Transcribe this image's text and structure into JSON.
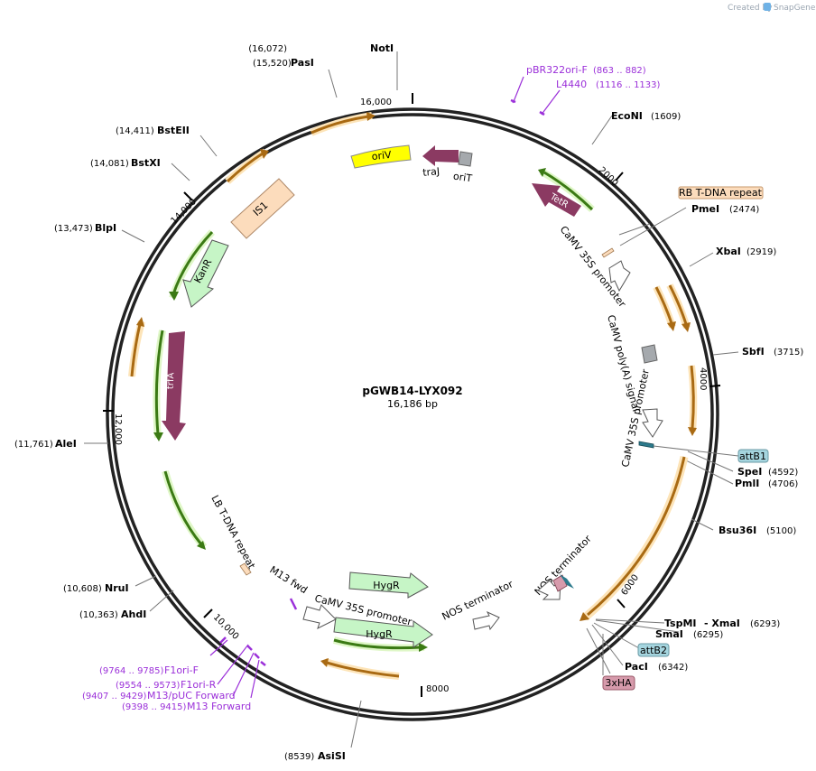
{
  "credit": {
    "prefix": "Created by",
    "brand": "SnapGene"
  },
  "plasmid": {
    "name": "pGWB14-LYX092",
    "size": "16,186 bp"
  },
  "ticks": [
    "16,000",
    "2000",
    "4000",
    "6000",
    "8000",
    "10,000",
    "12,000",
    "14,000"
  ],
  "sites": [
    {
      "name": "NotI",
      "pos": "(16,072)"
    },
    {
      "name": "PasI",
      "pos": "(15,520)"
    },
    {
      "name": "BstEII",
      "pos": "(14,411)"
    },
    {
      "name": "BstXI",
      "pos": "(14,081)"
    },
    {
      "name": "BlpI",
      "pos": "(13,473)"
    },
    {
      "name": "AleI",
      "pos": "(11,761)"
    },
    {
      "name": "NruI",
      "pos": "(10,608)"
    },
    {
      "name": "AhdI",
      "pos": "(10,363)"
    },
    {
      "name": "AsiSI",
      "pos": "(8539)"
    },
    {
      "name": "EcoNI",
      "pos": "(1609)"
    },
    {
      "name": "PmeI",
      "pos": "(2474)"
    },
    {
      "name": "XbaI",
      "pos": "(2919)"
    },
    {
      "name": "SbfI",
      "pos": "(3715)"
    },
    {
      "name": "SpeI",
      "pos": "(4592)"
    },
    {
      "name": "PmlI",
      "pos": "(4706)"
    },
    {
      "name": "Bsu36I",
      "pos": "(5100)"
    },
    {
      "name": "TspMI",
      "pos": "(6293)"
    },
    {
      "name": "- XmaI",
      "pos": ""
    },
    {
      "name": "SmaI",
      "pos": "(6295)"
    },
    {
      "name": "PacI",
      "pos": "(6342)"
    }
  ],
  "primers": [
    {
      "name": "pBR322ori-F",
      "range": "(863 .. 882)"
    },
    {
      "name": "L4440",
      "range": "(1116 .. 1133)"
    },
    {
      "name": "F1ori-F",
      "range": "(9764 .. 9785)"
    },
    {
      "name": "F1ori-R",
      "range": "(9554 .. 9573)"
    },
    {
      "name": "M13/pUC Forward",
      "range": "(9407 .. 9429)"
    },
    {
      "name": "M13 Forward",
      "range": "(9398 .. 9415)"
    }
  ],
  "features": {
    "oriV": "oriV",
    "traJ": "traJ",
    "oriT": "oriT",
    "TetR": "TetR",
    "IS1": "IS1",
    "KanR": "KanR",
    "trfA": "trfA",
    "rb": "RB T-DNA repeat",
    "camv1": "CaMV 35S promoter",
    "polyA": "CaMV poly(A) signal",
    "camv2": "CaMV 35S promoter",
    "attB1": "attB1",
    "attB2": "attB2",
    "ha": "3xHA",
    "nos1": "NOS terminator",
    "nos2": "NOS terminator",
    "hygr1": "HygR",
    "hygr2": "HygR",
    "camv3": "CaMV 35S promoter",
    "m13fwd": "M13 fwd",
    "lb": "LB T-DNA repeat"
  },
  "colors": {
    "backbone": "#222222",
    "orf": "#8b3a62",
    "orfOrange": "#e7a33a",
    "orfGreen": "#7cc142",
    "primer": "#9b30d9",
    "oriV": "#ffff00",
    "hygr": "#c6f5c6",
    "is1": "#fcdcbc",
    "attB": "#a5d5df"
  }
}
